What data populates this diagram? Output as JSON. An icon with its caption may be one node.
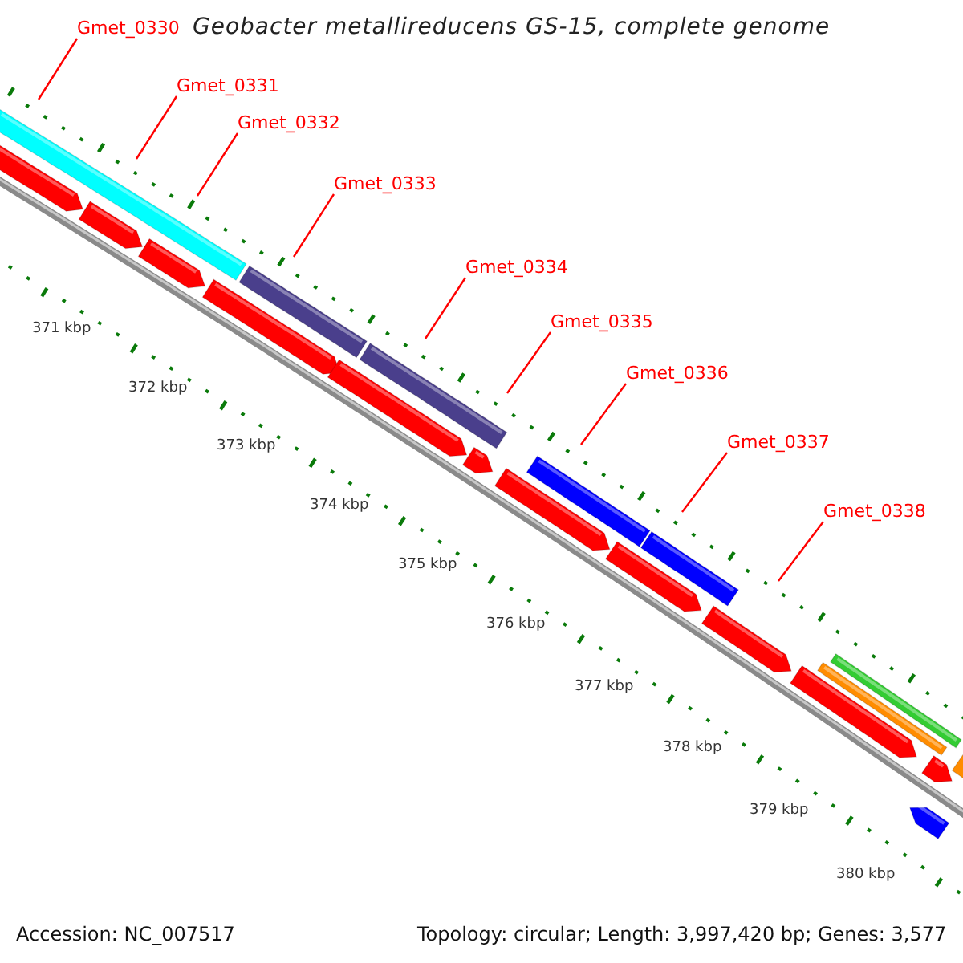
{
  "diagram": {
    "title": "Geobacter metallireducens GS-15, complete genome",
    "nodes": [
      {
        "text": [
          "Gmet_0330"
        ]
      },
      {
        "text": [
          "Gmet_0331"
        ]
      },
      {
        "text": [
          "Gmet_0332"
        ]
      },
      {
        "text": [
          "Gmet_0333"
        ]
      },
      {
        "text": [
          "Gmet_0334"
        ]
      },
      {
        "text": [
          "Gmet_0335"
        ]
      },
      {
        "text": [
          "Gmet_0336"
        ]
      },
      {
        "text": [
          "Gmet_0337"
        ]
      },
      {
        "text": [
          "Gmet_0338"
        ]
      }
    ],
    "edges": [
      {
        "from": 0,
        "to": null,
        "arrow": "none"
      },
      {
        "from": 1,
        "to": null,
        "arrow": "none"
      },
      {
        "from": 2,
        "to": null,
        "arrow": "none"
      },
      {
        "from": 3,
        "to": null,
        "arrow": "none"
      },
      {
        "from": 4,
        "to": null,
        "arrow": "none"
      },
      {
        "from": 5,
        "to": null,
        "arrow": "none"
      },
      {
        "from": 6,
        "to": null,
        "arrow": "none"
      },
      {
        "from": 7,
        "to": null,
        "arrow": "none"
      },
      {
        "from": 8,
        "to": null,
        "arrow": "none"
      }
    ],
    "labels": [
      "371 kbp",
      "372 kbp",
      "373 kbp",
      "374 kbp",
      "375 kbp",
      "376 kbp",
      "377 kbp",
      "378 kbp",
      "379 kbp",
      "380 kbp",
      "Accession: NC_007517",
      "Topology: circular; Length: 3,997,420 bp; Genes: 3,577"
    ]
  }
}
